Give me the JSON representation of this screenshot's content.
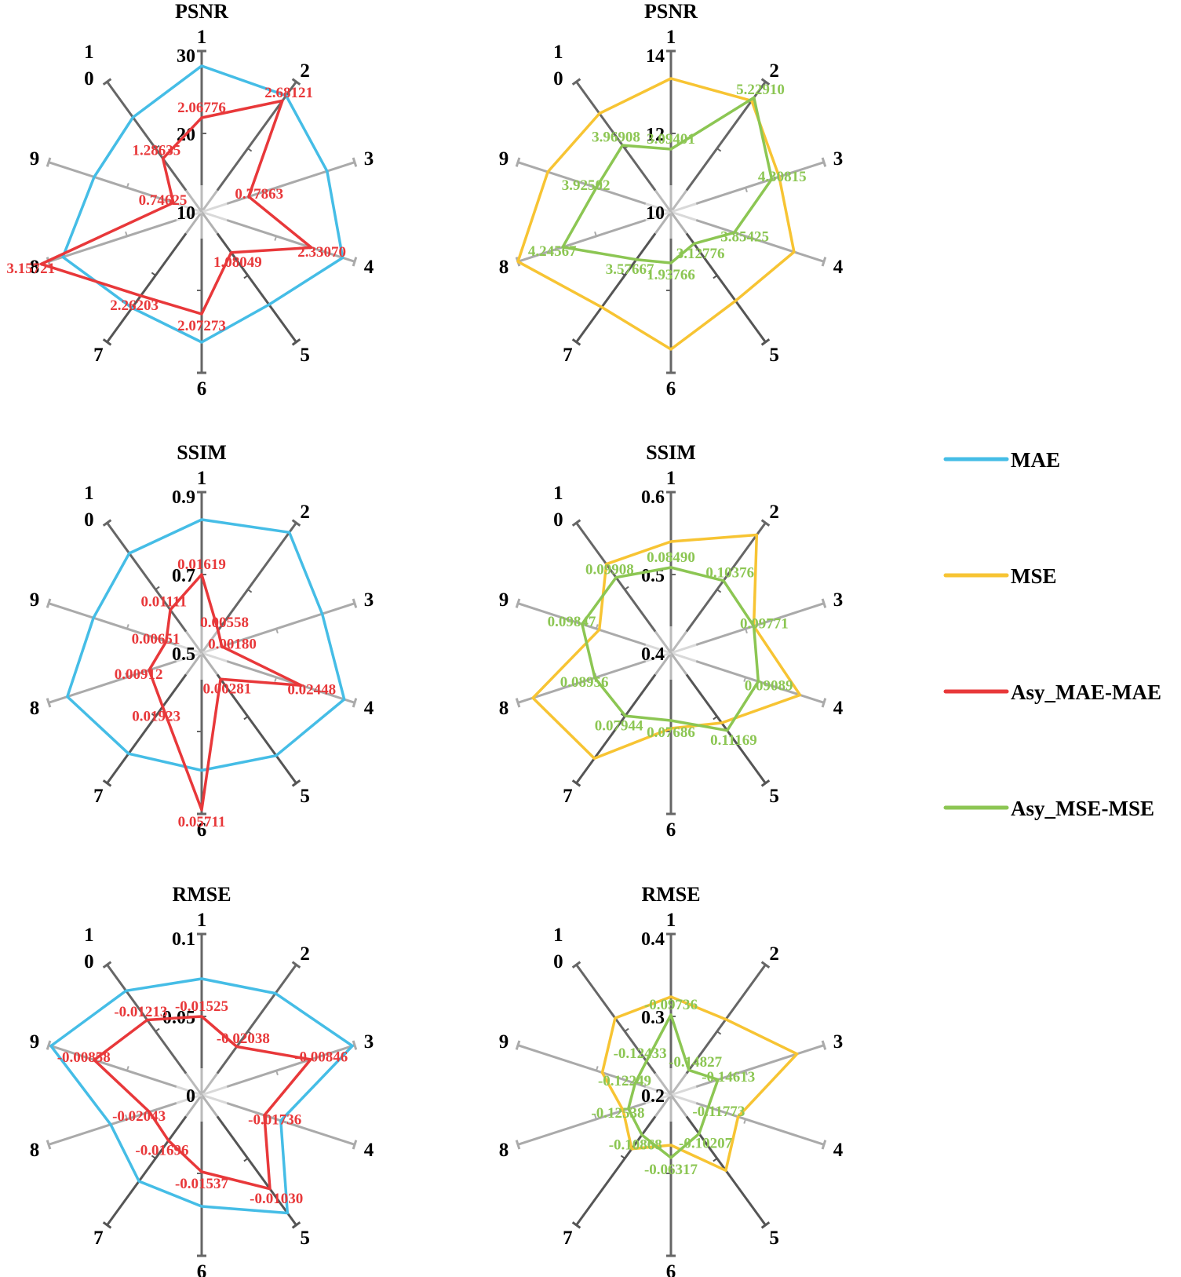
{
  "colors": {
    "MAE": "#45BDE6",
    "MSE": "#F7C433",
    "Asy_MAE-MAE": "#E8383A",
    "Asy_MSE-MSE": "#8CC653"
  },
  "legend": [
    "MAE",
    "MSE",
    "Asy_MAE-MAE",
    "Asy_MSE-MSE"
  ],
  "chart_data": [
    {
      "type": "radar",
      "title": "PSNR",
      "axes": [
        "1",
        "2",
        "3",
        "4",
        "5",
        "6",
        "7",
        "8",
        "9",
        "10"
      ],
      "ticks": [
        "10",
        "20",
        "30"
      ],
      "range": [
        10,
        30
      ],
      "series": [
        {
          "name": "MAE",
          "values": [
            28.6,
            28.3,
            26.8,
            28.9,
            24.6,
            26.6,
            25.1,
            28.6,
            24.4,
            24.9
          ]
        },
        {
          "name": "Asy_MAE-MAE",
          "values": [
            22.0,
            27.5,
            16.3,
            24.7,
            16.4,
            23.0,
            23.2,
            31.5,
            13.8,
            18.4
          ]
        }
      ],
      "data_labels": [
        "2.06776",
        "2.68121",
        "0.77863",
        "2.33070",
        "1.08049",
        "2.07273",
        "2.26203",
        "3.15721",
        "0.74625",
        "1.28635"
      ],
      "label_series": "Asy_MAE-MAE"
    },
    {
      "type": "radar",
      "title": "PSNR",
      "axes": [
        "1",
        "2",
        "3",
        "4",
        "5",
        "6",
        "7",
        "8",
        "9",
        "10"
      ],
      "ticks": [
        "10",
        "12",
        "14"
      ],
      "range": [
        10,
        14
      ],
      "series": [
        {
          "name": "MSE",
          "values": [
            13.4,
            13.5,
            12.9,
            13.3,
            12.8,
            13.5,
            13.0,
            14.1,
            13.3,
            13.1
          ]
        },
        {
          "name": "Asy_MSE-MSE",
          "values": [
            11.6,
            13.6,
            12.7,
            11.7,
            11.0,
            11.3,
            11.5,
            12.9,
            12.0,
            12.1
          ]
        }
      ],
      "data_labels": [
        "3.09401",
        "5.22910",
        "4.30815",
        "3.85425",
        "3.12776",
        "1.93766",
        "3.57667",
        "4.24567",
        "3.92502",
        "3.96908"
      ],
      "label_series": "Asy_MSE-MSE"
    },
    {
      "type": "radar",
      "title": "SSIM",
      "axes": [
        "1",
        "2",
        "3",
        "4",
        "5",
        "6",
        "7",
        "8",
        "9",
        "10"
      ],
      "ticks": [
        "0.5",
        "0.7",
        "0.9"
      ],
      "range": [
        0.5,
        0.9
      ],
      "series": [
        {
          "name": "MAE",
          "values": [
            0.84,
            0.88,
            0.823,
            0.882,
            0.823,
            0.799,
            0.817,
            0.86,
            0.79,
            0.814
          ]
        },
        {
          "name": "Asy_MAE-MAE",
          "values": [
            0.7,
            0.571,
            0.554,
            0.767,
            0.582,
            0.9,
            0.669,
            0.641,
            0.595,
            0.636
          ]
        }
      ],
      "data_labels": [
        "0.01619",
        "0.00558",
        "0.00180",
        "0.02448",
        "0.00281",
        "0.05711",
        "0.01923",
        "0.00912",
        "0.00651",
        "0.01111"
      ],
      "label_series": "Asy_MAE-MAE"
    },
    {
      "type": "radar",
      "title": "SSIM",
      "axes": [
        "1",
        "2",
        "3",
        "4",
        "5",
        "6",
        "7",
        "8",
        "9",
        "10"
      ],
      "ticks": [
        "0.4",
        "0.5",
        "0.6"
      ],
      "range": [
        0.4,
        0.6
      ],
      "series": [
        {
          "name": "MSE",
          "values": [
            0.542,
            0.586,
            0.511,
            0.573,
            0.51,
            0.496,
            0.566,
            0.585,
            0.496,
            0.54
          ]
        },
        {
          "name": "Asy_MSE-MSE",
          "values": [
            0.509,
            0.514,
            0.511,
            0.517,
            0.522,
            0.486,
            0.499,
            0.502,
            0.519,
            0.519
          ]
        }
      ],
      "data_labels": [
        "0.08490",
        "0.10376",
        "0.09771",
        "0.09089",
        "0.11169",
        "0.07686",
        "0.07944",
        "0.08956",
        "0.09847",
        "0.09908"
      ],
      "label_series": "Asy_MSE-MSE"
    },
    {
      "type": "radar",
      "title": "RMSE",
      "axes": [
        "1",
        "2",
        "3",
        "4",
        "5",
        "6",
        "7",
        "8",
        "9",
        "10"
      ],
      "ticks": [
        "0",
        "0.05",
        "0.1"
      ],
      "range": [
        0,
        0.1
      ],
      "series": [
        {
          "name": "MAE",
          "values": [
            0.074,
            0.08,
            0.101,
            0.053,
            0.093,
            0.071,
            0.068,
            0.061,
            0.101,
            0.082
          ]
        },
        {
          "name": "Asy_MAE-MAE",
          "values": [
            0.05,
            0.038,
            0.073,
            0.042,
            0.074,
            0.049,
            0.036,
            0.035,
            0.072,
            0.059
          ]
        }
      ],
      "data_labels": [
        "-0.01525",
        "-0.02038",
        "-0.00846",
        "-0.01736",
        "-0.01030",
        "-0.01537",
        "-0.01696",
        "-0.02043",
        "-0.00858",
        "-0.01213"
      ],
      "label_series": "Asy_MAE-MAE"
    },
    {
      "type": "radar",
      "title": "RMSE",
      "axes": [
        "1",
        "2",
        "3",
        "4",
        "5",
        "6",
        "7",
        "8",
        "9",
        "10"
      ],
      "ticks": [
        "0.2",
        "0.3",
        "0.4"
      ],
      "range": [
        0.2,
        0.4
      ],
      "series": [
        {
          "name": "MSE",
          "values": [
            0.325,
            0.319,
            0.369,
            0.29,
            0.319,
            0.264,
            0.285,
            0.264,
            0.292,
            0.321
          ]
        },
        {
          "name": "Asy_MSE-MSE",
          "values": [
            0.302,
            0.239,
            0.263,
            0.25,
            0.261,
            0.28,
            0.263,
            0.257,
            0.248,
            0.253
          ]
        }
      ],
      "data_labels": [
        "-0.09736",
        "-0.14827",
        "-0.14613",
        "-0.11773",
        "-0.10207",
        "-0.06317",
        "-0.10868",
        "-0.12538",
        "-0.12249",
        "-0.12433"
      ],
      "label_series": "Asy_MSE-MSE"
    }
  ]
}
